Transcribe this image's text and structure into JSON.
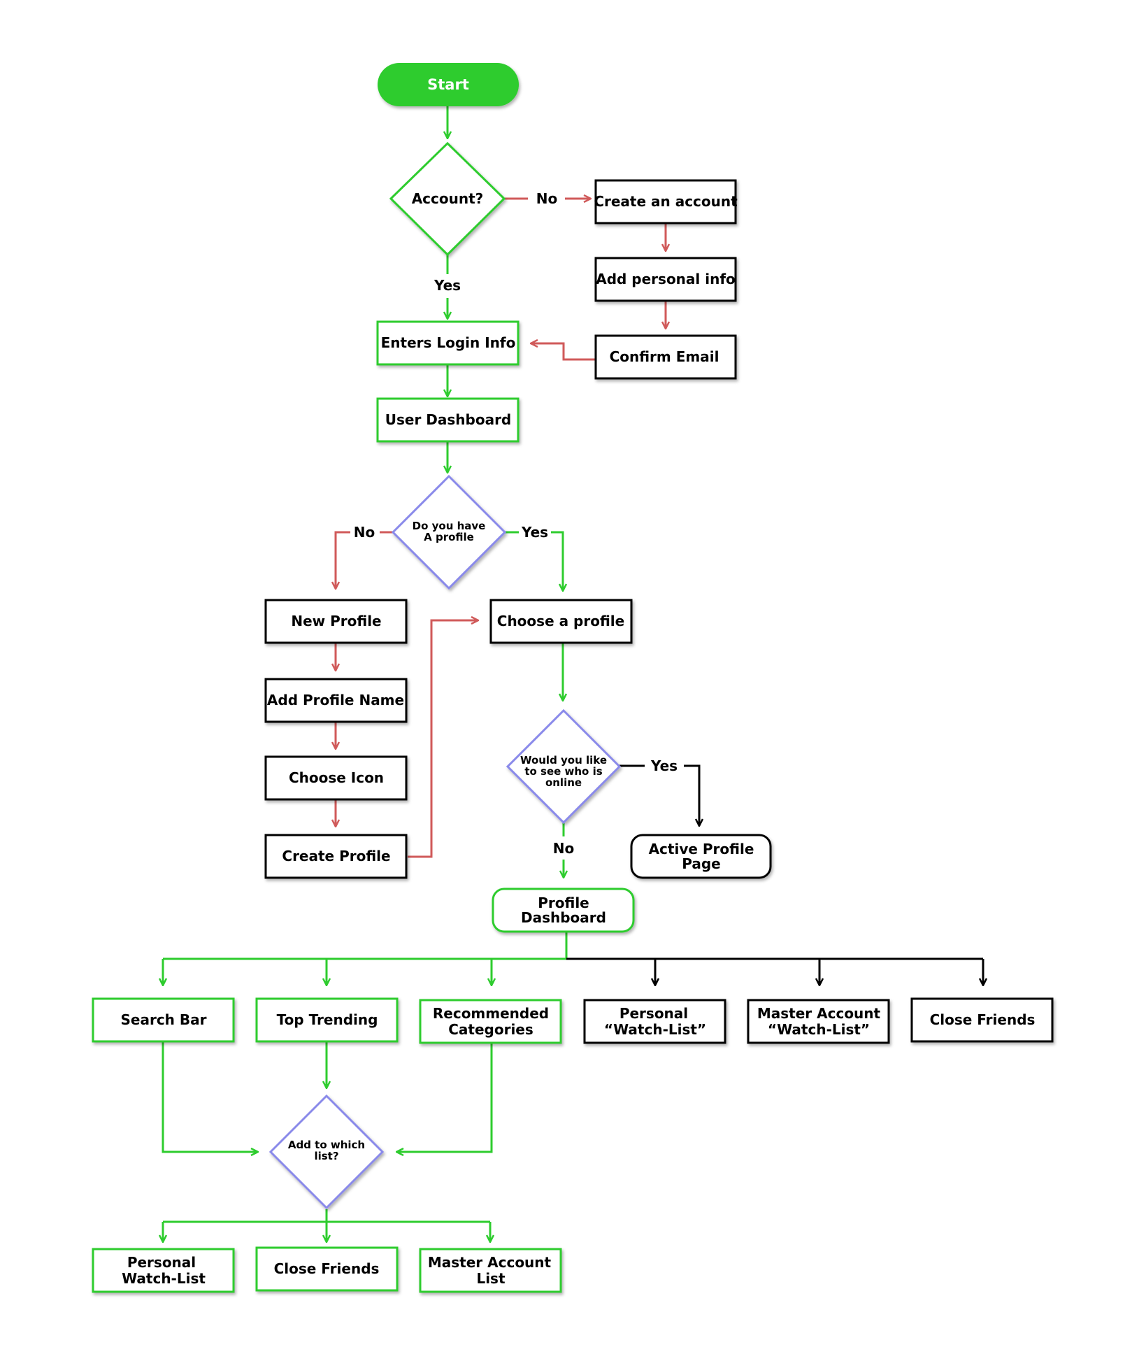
{
  "colors": {
    "green": "#2ecc2e",
    "red": "#d05a5a",
    "purple": "#8a8aea",
    "black": "#000000",
    "start_fill": "#2ecc2e"
  },
  "nodes": {
    "start": "Start",
    "account_decision": "Account?",
    "create_account": "Create an account",
    "add_personal_info": "Add personal info",
    "confirm_email": "Confirm Email",
    "enters_login": "Enters Login Info",
    "user_dashboard": "User Dashboard",
    "profile_decision": [
      "Do you have",
      "A profile"
    ],
    "new_profile": "New Profile",
    "add_profile_name": "Add Profile Name",
    "choose_icon": "Choose Icon",
    "create_profile": "Create Profile",
    "choose_profile": "Choose a profile",
    "online_decision": [
      "Would you like",
      "to see who is",
      "online"
    ],
    "active_profile_page": [
      "Active Profile",
      "Page"
    ],
    "profile_dashboard": [
      "Profile",
      "Dashboard"
    ],
    "search_bar": "Search Bar",
    "top_trending": "Top Trending",
    "recommended_categories": [
      "Recommended",
      "Categories"
    ],
    "personal_watchlist": [
      "Personal",
      "“Watch-List”"
    ],
    "master_account_watchlist": [
      "Master Account",
      "“Watch-List”"
    ],
    "close_friends_top": "Close Friends",
    "add_to_list_decision": [
      "Add to which",
      "list?"
    ],
    "personal_watchlist_bottom": [
      "Personal",
      "Watch-List"
    ],
    "close_friends_bottom": "Close Friends",
    "master_account_list": [
      "Master Account",
      "List"
    ]
  },
  "edge_labels": {
    "account_no": "No",
    "account_yes": "Yes",
    "profile_no": "No",
    "profile_yes": "Yes",
    "online_yes": "Yes",
    "online_no": "No"
  }
}
